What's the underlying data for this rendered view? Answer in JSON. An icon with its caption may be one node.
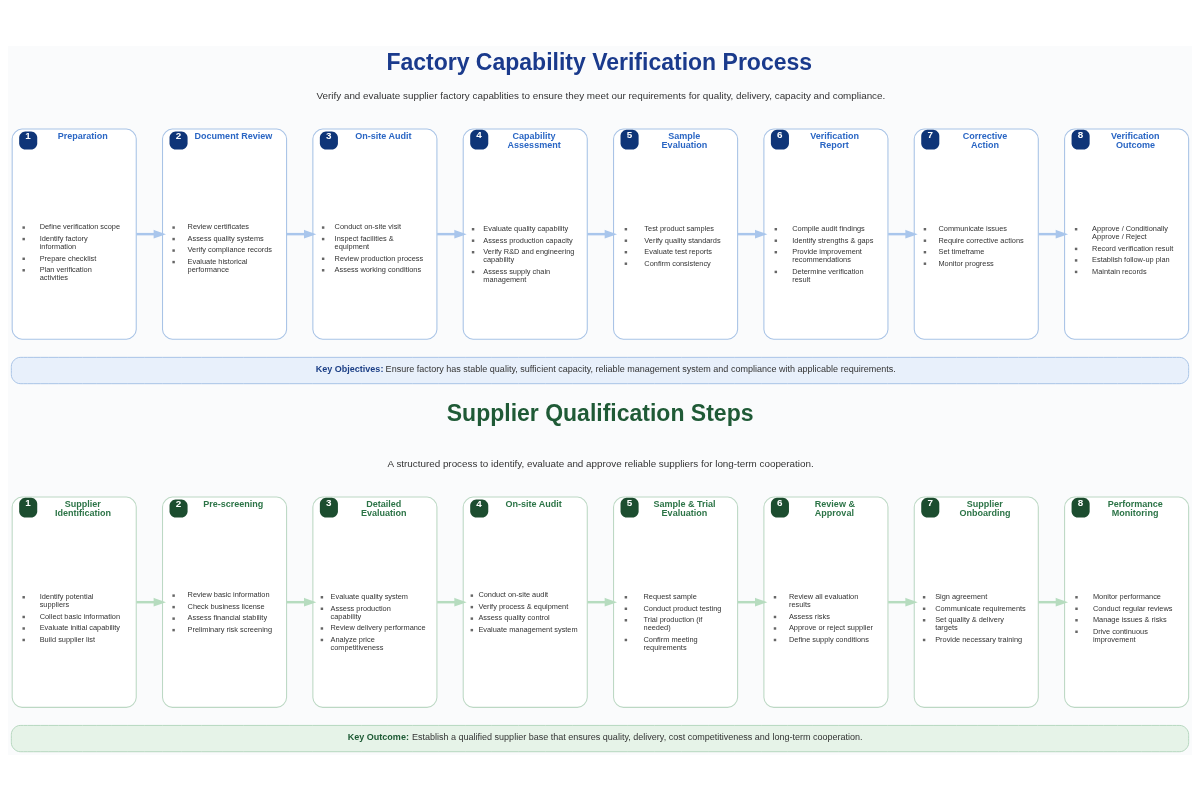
{
  "diagram": {
    "title": "Factory Capability Verification Process",
    "nodes": [
      {
        "text": [
          "1",
          "Preparation",
          "Define verification scope",
          "Identify factory information",
          "Prepare checklist",
          "Plan verification activities"
        ]
      },
      {
        "text": [
          "2",
          "Document Review",
          "Review certificates",
          "Assess quality systems",
          "Verify compliance records",
          "Evaluate historical performance"
        ]
      },
      {
        "text": [
          "3",
          "On-site Audit",
          "Conduct on-site visit",
          "Inspect facilities & equipment",
          "Review production process",
          "Assess working conditions"
        ]
      },
      {
        "text": [
          "4",
          "Capability Assessment",
          "Evaluate quality capability",
          "Assess production capacity",
          "Verify R&D and engineering capability",
          "Assess supply chain management"
        ]
      },
      {
        "text": [
          "5",
          "Sample Evaluation",
          "Test product samples",
          "Verify quality standards",
          "Evaluate test reports",
          "Confirm consistency"
        ]
      },
      {
        "text": [
          "6",
          "Verification Report",
          "Compile audit findings",
          "Identify strengths & gaps",
          "Provide improvement recommendations",
          "Determine verification result"
        ]
      },
      {
        "text": [
          "7",
          "Corrective Action",
          "Communicate issues",
          "Require corrective actions",
          "Set timeframe",
          "Monitor progress"
        ]
      },
      {
        "text": [
          "8",
          "Verification Outcome",
          "Approve / Conditionally Approve / Reject",
          "Record verification result",
          "Establish follow-up plan",
          "Maintain records"
        ]
      },
      {
        "text": [
          "**Key Objectives:** Ensure factory has stable quality, sufficient capacity, reliable management system and compliance with applicable requirements."
        ]
      },
      {
        "text": [
          "1",
          "Supplier Identification",
          "Identify potential suppliers",
          "Collect basic information",
          "Evaluate initial capability",
          "Build supplier list"
        ]
      },
      {
        "text": [
          "2",
          "Pre-screening",
          "Review basic information",
          "Check business license",
          "Assess financial stability",
          "Preliminary risk screening"
        ]
      },
      {
        "text": [
          "3",
          "Detailed Evaluation",
          "Evaluate quality system",
          "Assess production capability",
          "Review delivery performance",
          "Analyze price competitiveness"
        ]
      },
      {
        "text": [
          "4",
          "On-site Audit",
          "Conduct on-site audit",
          "Verify process & equipment",
          "Assess quality control",
          "Evaluate management system"
        ]
      },
      {
        "text": [
          "5",
          "Sample & Trial Evaluation",
          "Request sample",
          "Conduct product testing",
          "Trial production (if needed)",
          "Confirm meeting requirements"
        ]
      },
      {
        "text": [
          "6",
          "Review & Approval",
          "Review all evaluation results",
          "Assess risks",
          "Approve or reject supplier",
          "Define supply conditions"
        ]
      },
      {
        "text": [
          "7",
          "Supplier Onboarding",
          "Sign agreement",
          "Communicate requirements",
          "Set quality & delivery targets",
          "Provide necessary training"
        ]
      },
      {
        "text": [
          "8",
          "Performance Monitoring",
          "Monitor performance",
          "Conduct regular reviews",
          "Manage issues & risks",
          "Drive continuous improvement"
        ]
      },
      {
        "text": [
          "**Key Outcome:** Establish a qualified supplier base that ensures quality, delivery, cost competitiveness and long-term cooperation."
        ]
      }
    ],
    "edges": [
      {
        "from": 0,
        "to": 1,
        "arrow": "to",
        "color": "#a9c6ec"
      },
      {
        "from": 1,
        "to": 2,
        "arrow": "to",
        "color": "#a9c6ec"
      },
      {
        "from": 2,
        "to": 3,
        "arrow": "to",
        "color": "#a9c6ec"
      },
      {
        "from": 3,
        "to": 4,
        "arrow": "to",
        "color": "#a9c6ec"
      },
      {
        "from": 4,
        "to": 5,
        "arrow": "to",
        "color": "#a9c6ec"
      },
      {
        "from": 5,
        "to": 6,
        "arrow": "to",
        "color": "#a9c6ec"
      },
      {
        "from": 6,
        "to": 7,
        "arrow": "to",
        "color": "#a9c6ec"
      },
      {
        "from": 9,
        "to": 10,
        "arrow": "to",
        "color": "#b6dcbf"
      },
      {
        "from": 10,
        "to": 11,
        "arrow": "to",
        "color": "#b6dcbf"
      },
      {
        "from": 11,
        "to": 12,
        "arrow": "to",
        "color": "#b6dcbf"
      },
      {
        "from": 12,
        "to": 13,
        "arrow": "to",
        "color": "#b6dcbf"
      },
      {
        "from": 13,
        "to": 14,
        "arrow": "to",
        "color": "#b6dcbf"
      },
      {
        "from": 14,
        "to": 15,
        "arrow": "to",
        "color": "#b6dcbf"
      },
      {
        "from": 15,
        "to": 16,
        "arrow": "to",
        "color": "#b6dcbf"
      }
    ],
    "labels": [
      "Verify and evaluate supplier factory capablities to ensure they meet our requirements for quality, delivery, capacity and compliance.",
      "Supplier Qualification Steps",
      "A structured process to identify, evaluate and approve reliable suppliers for long-term cooperation."
    ]
  }
}
